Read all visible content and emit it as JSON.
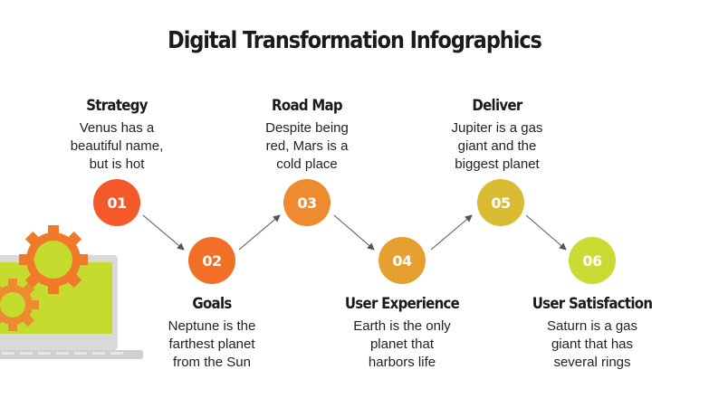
{
  "title": "Digital Transformation Infographics",
  "steps": [
    {
      "number": "01",
      "heading": "Strategy",
      "description": "Venus has a beautiful name, but is hot",
      "color": "#F4592A"
    },
    {
      "number": "02",
      "heading": "Goals",
      "description": "Neptune is the farthest planet from the Sun",
      "color": "#F16F26"
    },
    {
      "number": "03",
      "heading": "Road Map",
      "description": "Despite being red, Mars is a cold place",
      "color": "#EE8A2F"
    },
    {
      "number": "04",
      "heading": "User Experience",
      "description": "Earth is the only planet that harbors life",
      "color": "#E6A030"
    },
    {
      "number": "05",
      "heading": "Deliver",
      "description": "Jupiter is a gas giant and the biggest planet",
      "color": "#D9BC34"
    },
    {
      "number": "06",
      "heading": "User Satisfaction",
      "description": "Saturn is a gas giant that has several rings",
      "color": "#CBDB36"
    }
  ],
  "illustration": {
    "icon": "laptop-with-gears-icon",
    "screen_color": "#C5DB2E",
    "gear_color": "#F07A2A",
    "body_color": "#D9D9D9"
  }
}
